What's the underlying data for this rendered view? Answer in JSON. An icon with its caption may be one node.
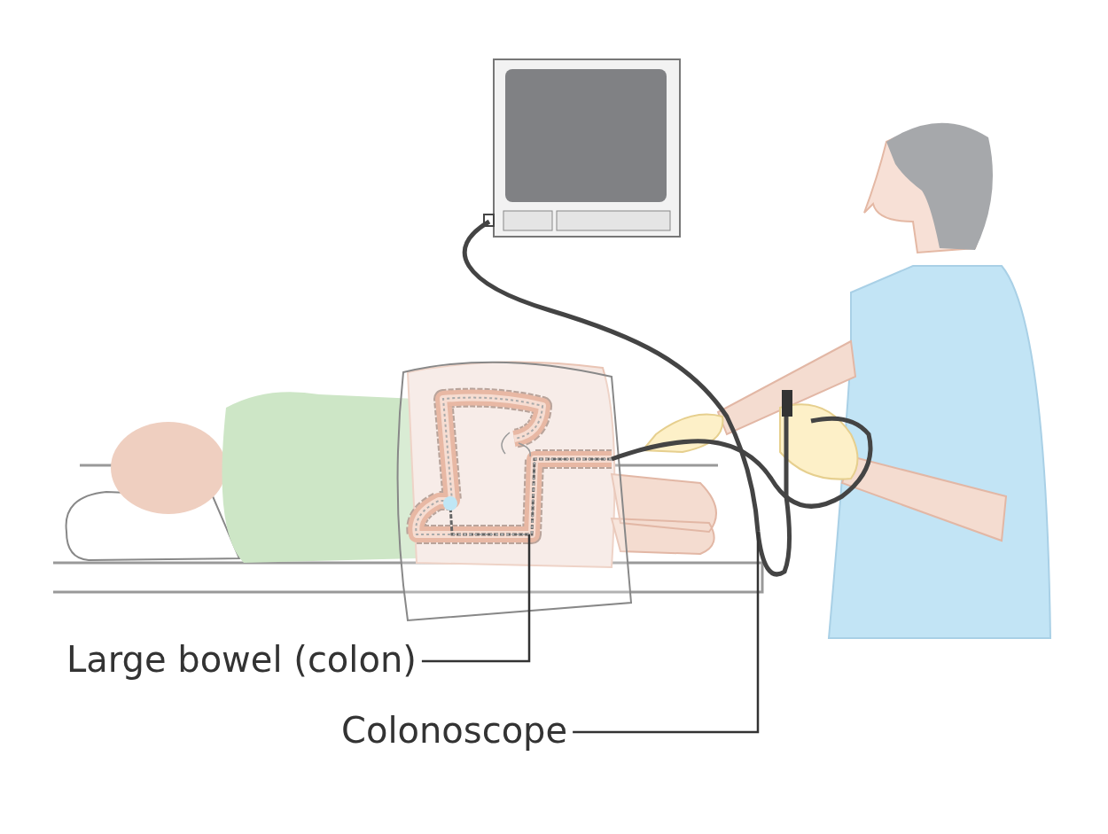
{
  "diagram": {
    "nodes": [
      {
        "text": [
          "Large bowel (colon)"
        ]
      },
      {
        "text": [
          "Colonoscope"
        ]
      },
      {
        "text": [],
        "shape": "picture"
      },
      {
        "text": [],
        "shape": "picture"
      }
    ],
    "edges": [
      {
        "from": 0,
        "to": 2,
        "arrow": "none"
      },
      {
        "from": 1,
        "to": 3,
        "arrow": "none"
      }
    ]
  }
}
